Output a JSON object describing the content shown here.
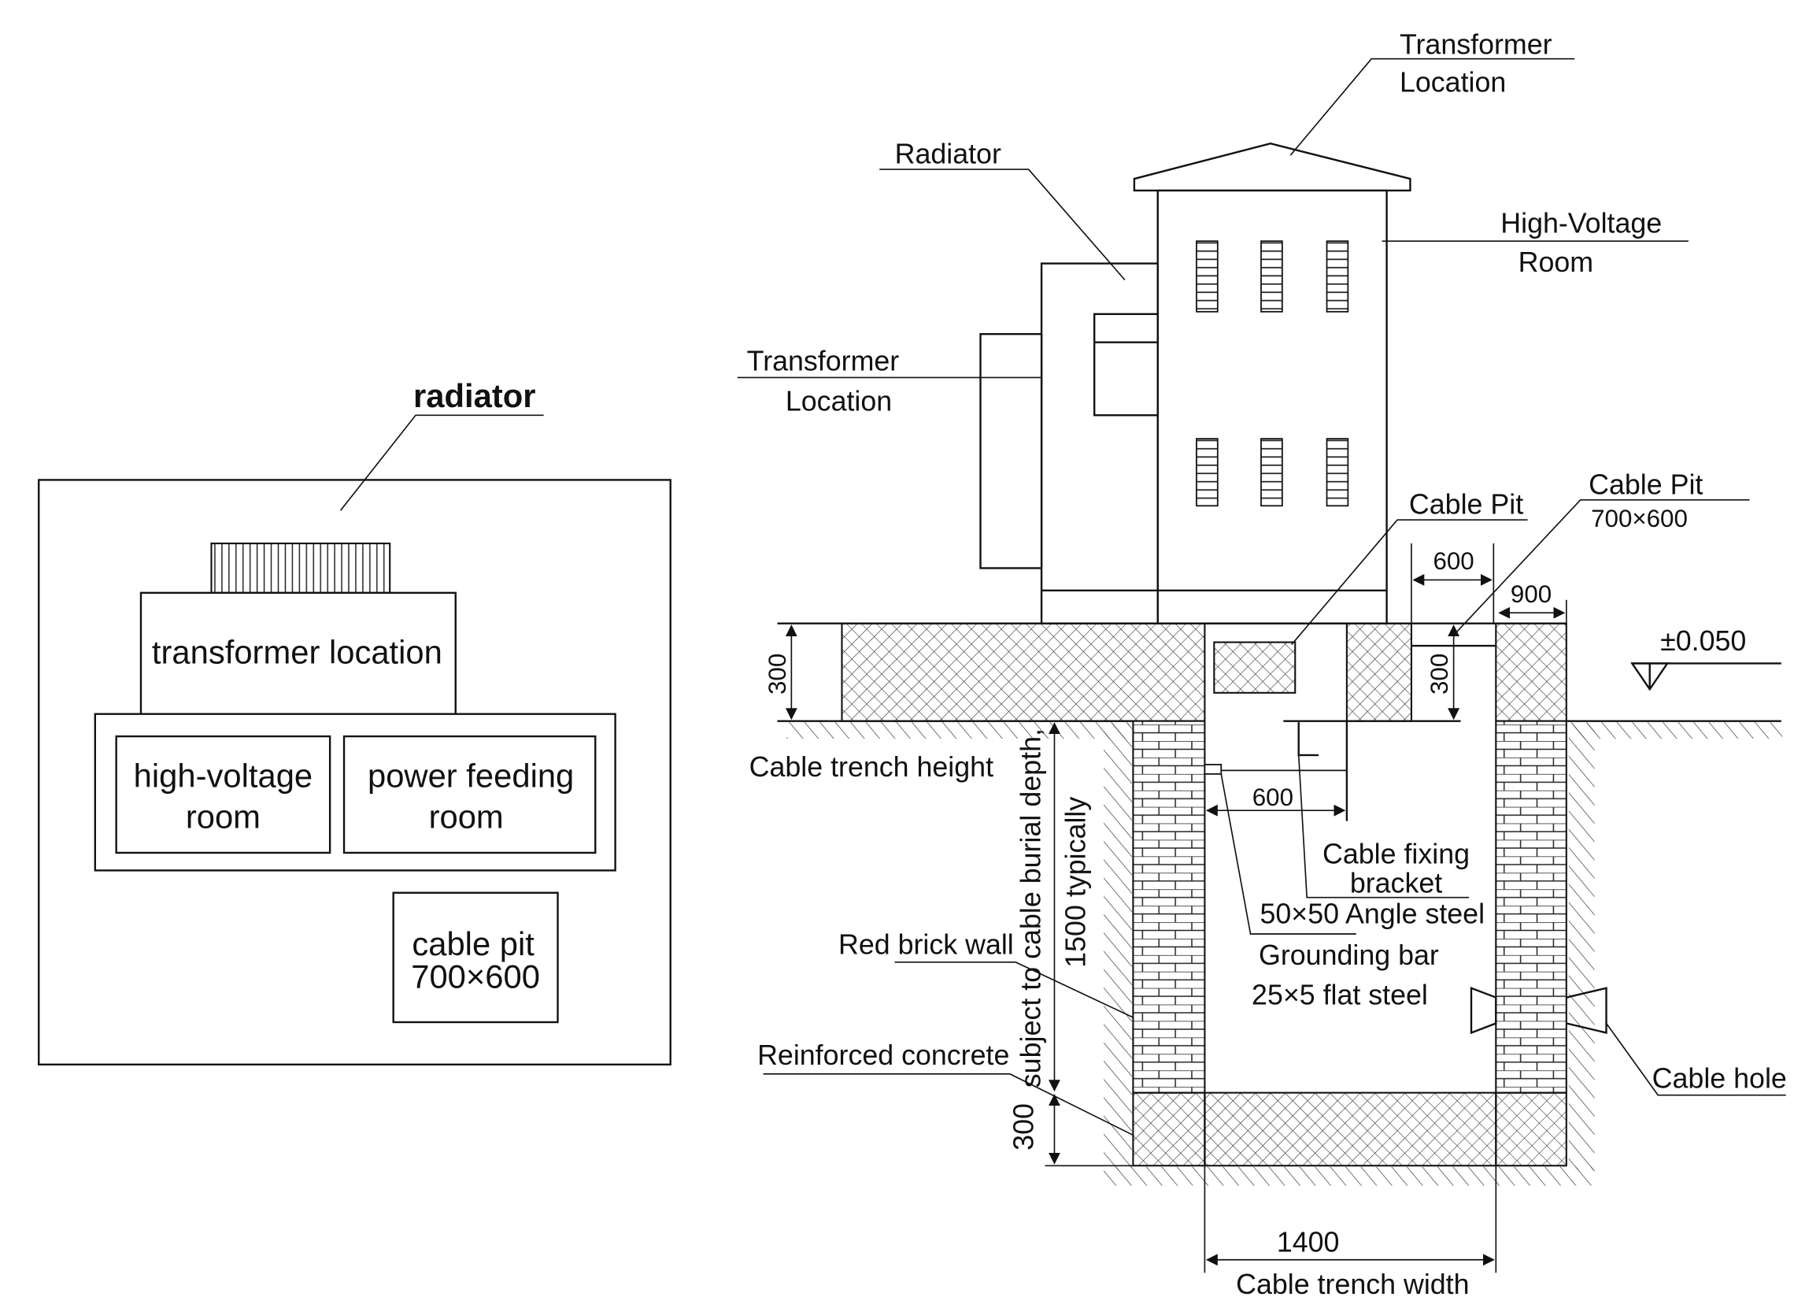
{
  "plan_view": {
    "radiator_label": "radiator",
    "transformer_location": "transformer location",
    "high_voltage_room": [
      "high-voltage",
      "room"
    ],
    "power_feeding_room": [
      "power feeding",
      "room"
    ],
    "cable_pit": [
      "cable pit",
      "700×600"
    ]
  },
  "elevation_view": {
    "transformer_location_top": [
      "Transformer",
      "Location"
    ],
    "radiator": "Radiator",
    "high_voltage_room": [
      "High-Voltage",
      "Room"
    ],
    "transformer_location_side": [
      "Transformer",
      "Location"
    ],
    "cable_pit": "Cable Pit",
    "cable_pit_right": [
      "Cable Pit",
      "700×600"
    ],
    "elevation_mark": "±0.050"
  },
  "section_view": {
    "dim_600_top": "600",
    "dim_900": "900",
    "dim_300_top_left": "300",
    "dim_300_pit": "300",
    "dim_600_bracket": "600",
    "dim_1500": "1500 typically",
    "burial_note": "subject to cable burial depth,",
    "dim_300_bottom": "300",
    "dim_1400": "1400",
    "cable_trench_height": "Cable trench height",
    "cable_trench_width": "Cable trench width",
    "cable_fixing_bracket": [
      "Cable fixing",
      "bracket"
    ],
    "angle_steel": "50×50 Angle steel",
    "grounding_bar": "Grounding bar",
    "flat_steel": "25×5 flat steel",
    "red_brick_wall": "Red brick wall",
    "reinforced_concrete": "Reinforced concrete",
    "cable_hole": "Cable hole"
  }
}
